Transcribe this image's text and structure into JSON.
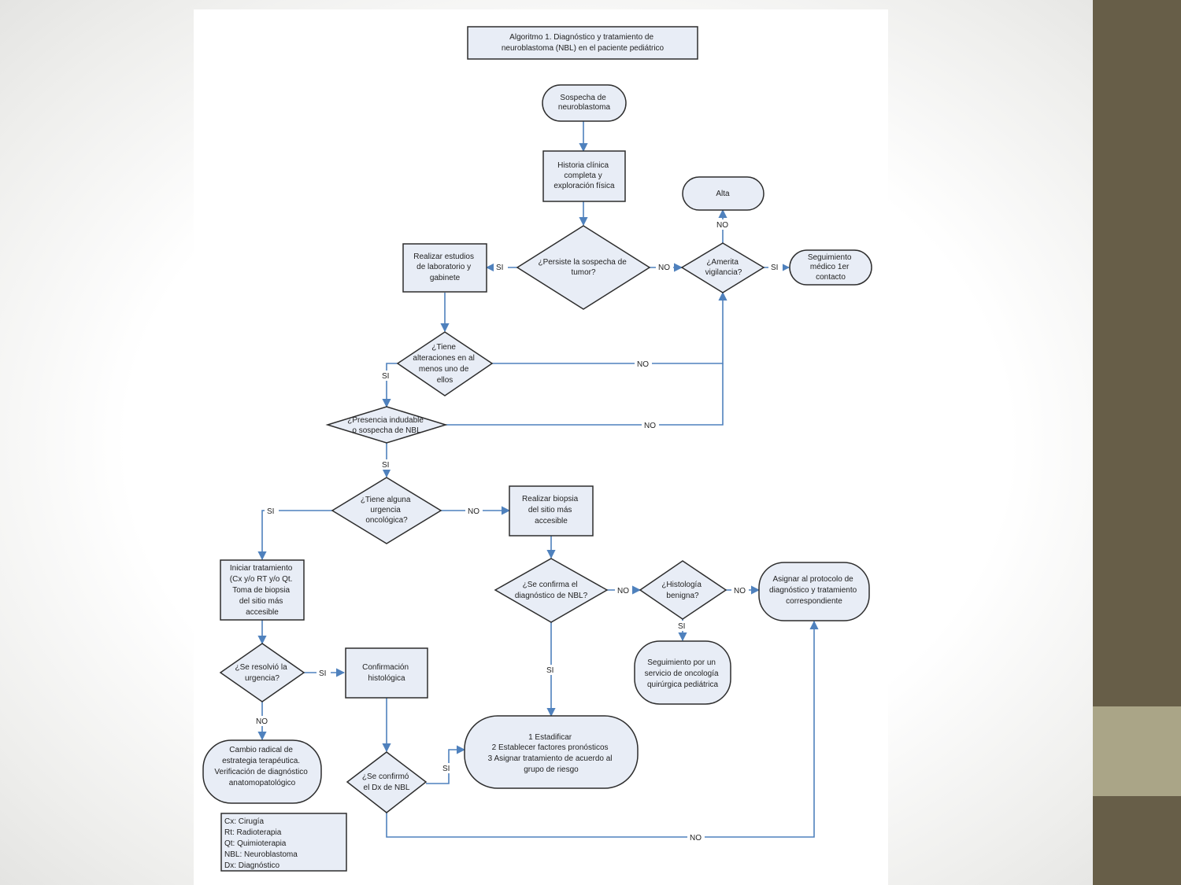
{
  "title": [
    "Algoritmo 1. Diagnóstico y tratamiento de",
    "neuroblastoma (NBL) en el paciente pediátrico"
  ],
  "nodes": {
    "sospecha": [
      "Sospecha de",
      "neuroblastoma"
    ],
    "historia": [
      "Historia clínica",
      "completa y",
      "exploración física"
    ],
    "persiste": [
      "¿Persiste la sospecha de",
      "tumor?"
    ],
    "alta": [
      "Alta"
    ],
    "amerita": [
      "¿Amerita",
      "vigilancia?"
    ],
    "seguimiento_medico": [
      "Seguimiento",
      "médico 1er",
      "contacto"
    ],
    "realizar_estudios": [
      "Realizar estudios",
      "de laboratorio y",
      "gabinete"
    ],
    "tiene_alteraciones": [
      "¿Tiene",
      "alteraciones en al",
      "menos uno de",
      "ellos"
    ],
    "presencia": [
      "¿Presencia indudable",
      "o sospecha de NBL"
    ],
    "urgencia": [
      "¿Tiene alguna",
      "urgencia",
      "oncológica?"
    ],
    "biopsia": [
      "Realizar biopsia",
      "del sitio más",
      "accesible"
    ],
    "iniciar": [
      "Iniciar tratamiento",
      "(Cx y/o RT y/o Qt.",
      "Toma de biopsia",
      "del sitio más",
      "accesible"
    ],
    "confirma_nbl": [
      "¿Se confirma el",
      "diagnóstico de NBL?"
    ],
    "histologia": [
      "¿Histología",
      "benigna?"
    ],
    "asignar_protocolo": [
      "Asignar al protocolo de",
      "diagnóstico y tratamiento",
      "correspondiente"
    ],
    "seguimiento_oncologia": [
      "Seguimiento por un",
      "servicio de oncología",
      "quirúrgica pediátrica"
    ],
    "resolvio": [
      "¿Se resolvió la",
      "urgencia?"
    ],
    "confirmacion": [
      "Confirmación",
      "histológica"
    ],
    "estadificar": [
      "1  Estadificar",
      "2  Establecer factores pronósticos",
      "3  Asignar tratamiento de acuerdo al",
      "grupo de riesgo"
    ],
    "cambio": [
      "Cambio radical de",
      "estrategia terapéutica.",
      "Verificación de diagnóstico",
      "anatomopatológico"
    ],
    "confirmo_dx": [
      "¿Se confirmó",
      "el  Dx de  NBL"
    ]
  },
  "labels": {
    "si": "SI",
    "no": "NO"
  },
  "legend": [
    "Cx: Cirugía",
    "Rt: Radioterapia",
    "Qt: Quimioterapia",
    "NBL: Neuroblastoma",
    "Dx: Diagnóstico"
  ],
  "colors": {
    "node_fill": "#e8edf6",
    "edge": "#4f81bd",
    "sidebar": "#675e48",
    "sidebar_accent": "#aaa587"
  }
}
